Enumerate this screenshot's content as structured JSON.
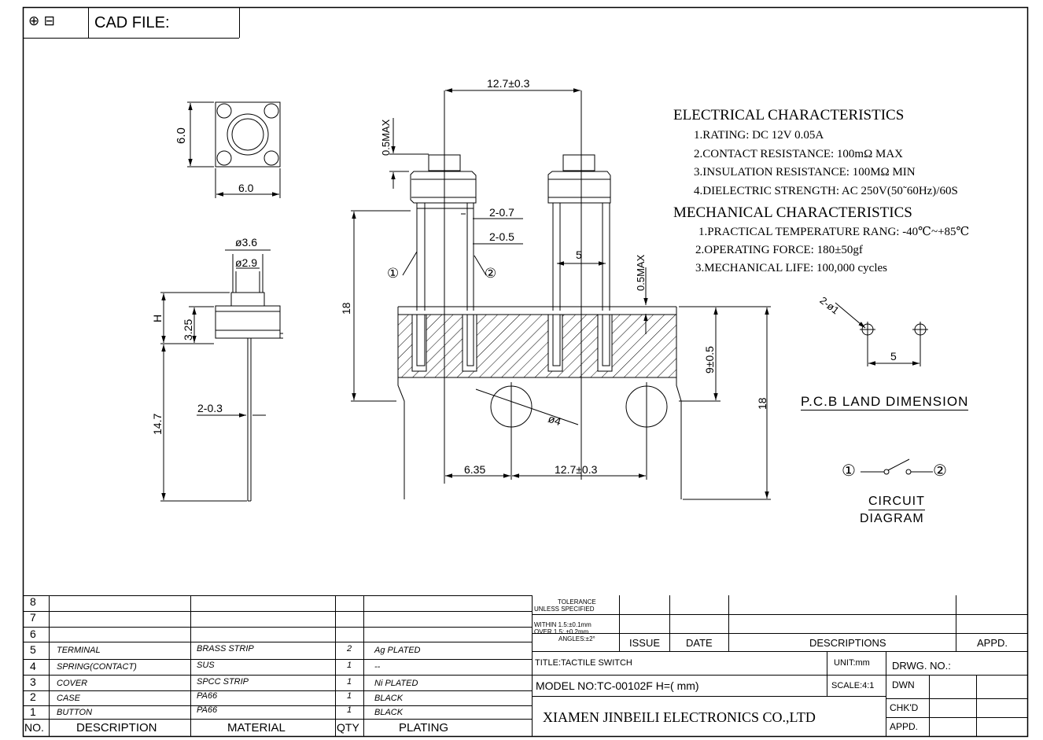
{
  "header": {
    "cad_label": "CAD FILE:",
    "projection_symbol": "first-angle-projection-icon"
  },
  "electrical": {
    "title": "ELECTRICAL CHARACTERISTICS",
    "items": [
      "1.RATING: DC 12V 0.05A",
      "2.CONTACT RESISTANCE: 100mΩ MAX",
      "3.INSULATION RESISTANCE: 100MΩ MIN",
      "4.DIELECTRIC STRENGTH: AC 250V(50˜60Hz)/60S"
    ]
  },
  "mechanical": {
    "title": "MECHANICAL CHARACTERISTICS",
    "items": [
      "1.PRACTICAL TEMPERATURE RANG: -40℃~+85℃",
      "2.OPERATING FORCE: 180±50gf",
      "3.MECHANICAL LIFE: 100,000 cycles"
    ]
  },
  "dims": {
    "top_width": "6.0",
    "top_height": "6.0",
    "d36": "ø3.6",
    "d29": "ø2.9",
    "h": "H",
    "h325": "3.25",
    "d147": "14.7",
    "lead": "2-0.3",
    "span127": "12.7±0.3",
    "max05": "0.5MAX",
    "max05b": "0.5MAX",
    "w07": "2-0.7",
    "w05": "2-0.5",
    "pin1": "①",
    "pin2": "②",
    "pitch5": "5",
    "h18": "18",
    "h9": "9±0.5",
    "h18b": "18",
    "hole": "ø4",
    "d635": "6.35",
    "span127b": "12.7±0.3",
    "pcb_hole": "2-ø1",
    "pcb_pitch": "5"
  },
  "pcb_title": "P.C.B LAND DIMENSION",
  "circuit": {
    "pin1": "①",
    "pin2": "②",
    "title1": "CIRCUIT",
    "title2": "DIAGRAM"
  },
  "bom": {
    "headers": [
      "NO.",
      "DESCRIPTION",
      "MATERIAL",
      "QTY",
      "PLATING"
    ],
    "rows": [
      {
        "no": "8",
        "desc": "",
        "mat": "",
        "qty": "",
        "plating": ""
      },
      {
        "no": "7",
        "desc": "",
        "mat": "",
        "qty": "",
        "plating": ""
      },
      {
        "no": "6",
        "desc": "",
        "mat": "",
        "qty": "",
        "plating": ""
      },
      {
        "no": "5",
        "desc": "TERMINAL",
        "mat": "BRASS STRIP",
        "qty": "2",
        "plating": "Ag PLATED"
      },
      {
        "no": "4",
        "desc": "SPRING(CONTACT)",
        "mat": "SUS",
        "qty": "1",
        "plating": "--"
      },
      {
        "no": "3",
        "desc": "COVER",
        "mat": "SPCC STRIP",
        "qty": "1",
        "plating": "Ni PLATED"
      },
      {
        "no": "2",
        "desc": "CASE",
        "mat": "PA66",
        "qty": "1",
        "plating": "BLACK"
      },
      {
        "no": "1",
        "desc": "BUTTON",
        "mat": "PA66",
        "qty": "1",
        "plating": "BLACK"
      }
    ]
  },
  "titleblock": {
    "tol1": "TOLERANCE",
    "tol2": "UNLESS SPECIFIED",
    "tol3": "WITHIN 1.5:±0.1mm",
    "tol4": "OVER 1.5: ±0.2mm",
    "tol5": "ANGLES:±2°",
    "issue": "ISSUE",
    "date": "DATE",
    "descriptions": "DESCRIPTIONS",
    "appd": "APPD.",
    "title": "TITLE:TACTILE SWITCH",
    "unit": "UNIT:mm",
    "drwg": "DRWG. NO.:",
    "model": "MODEL NO:TC-00102F H=(   mm)",
    "scale": "SCALE:4:1",
    "dwn": "DWN",
    "company": "XIAMEN JINBEILI ELECTRONICS CO.,LTD",
    "chkd": "CHK'D",
    "appd2": "APPD."
  }
}
